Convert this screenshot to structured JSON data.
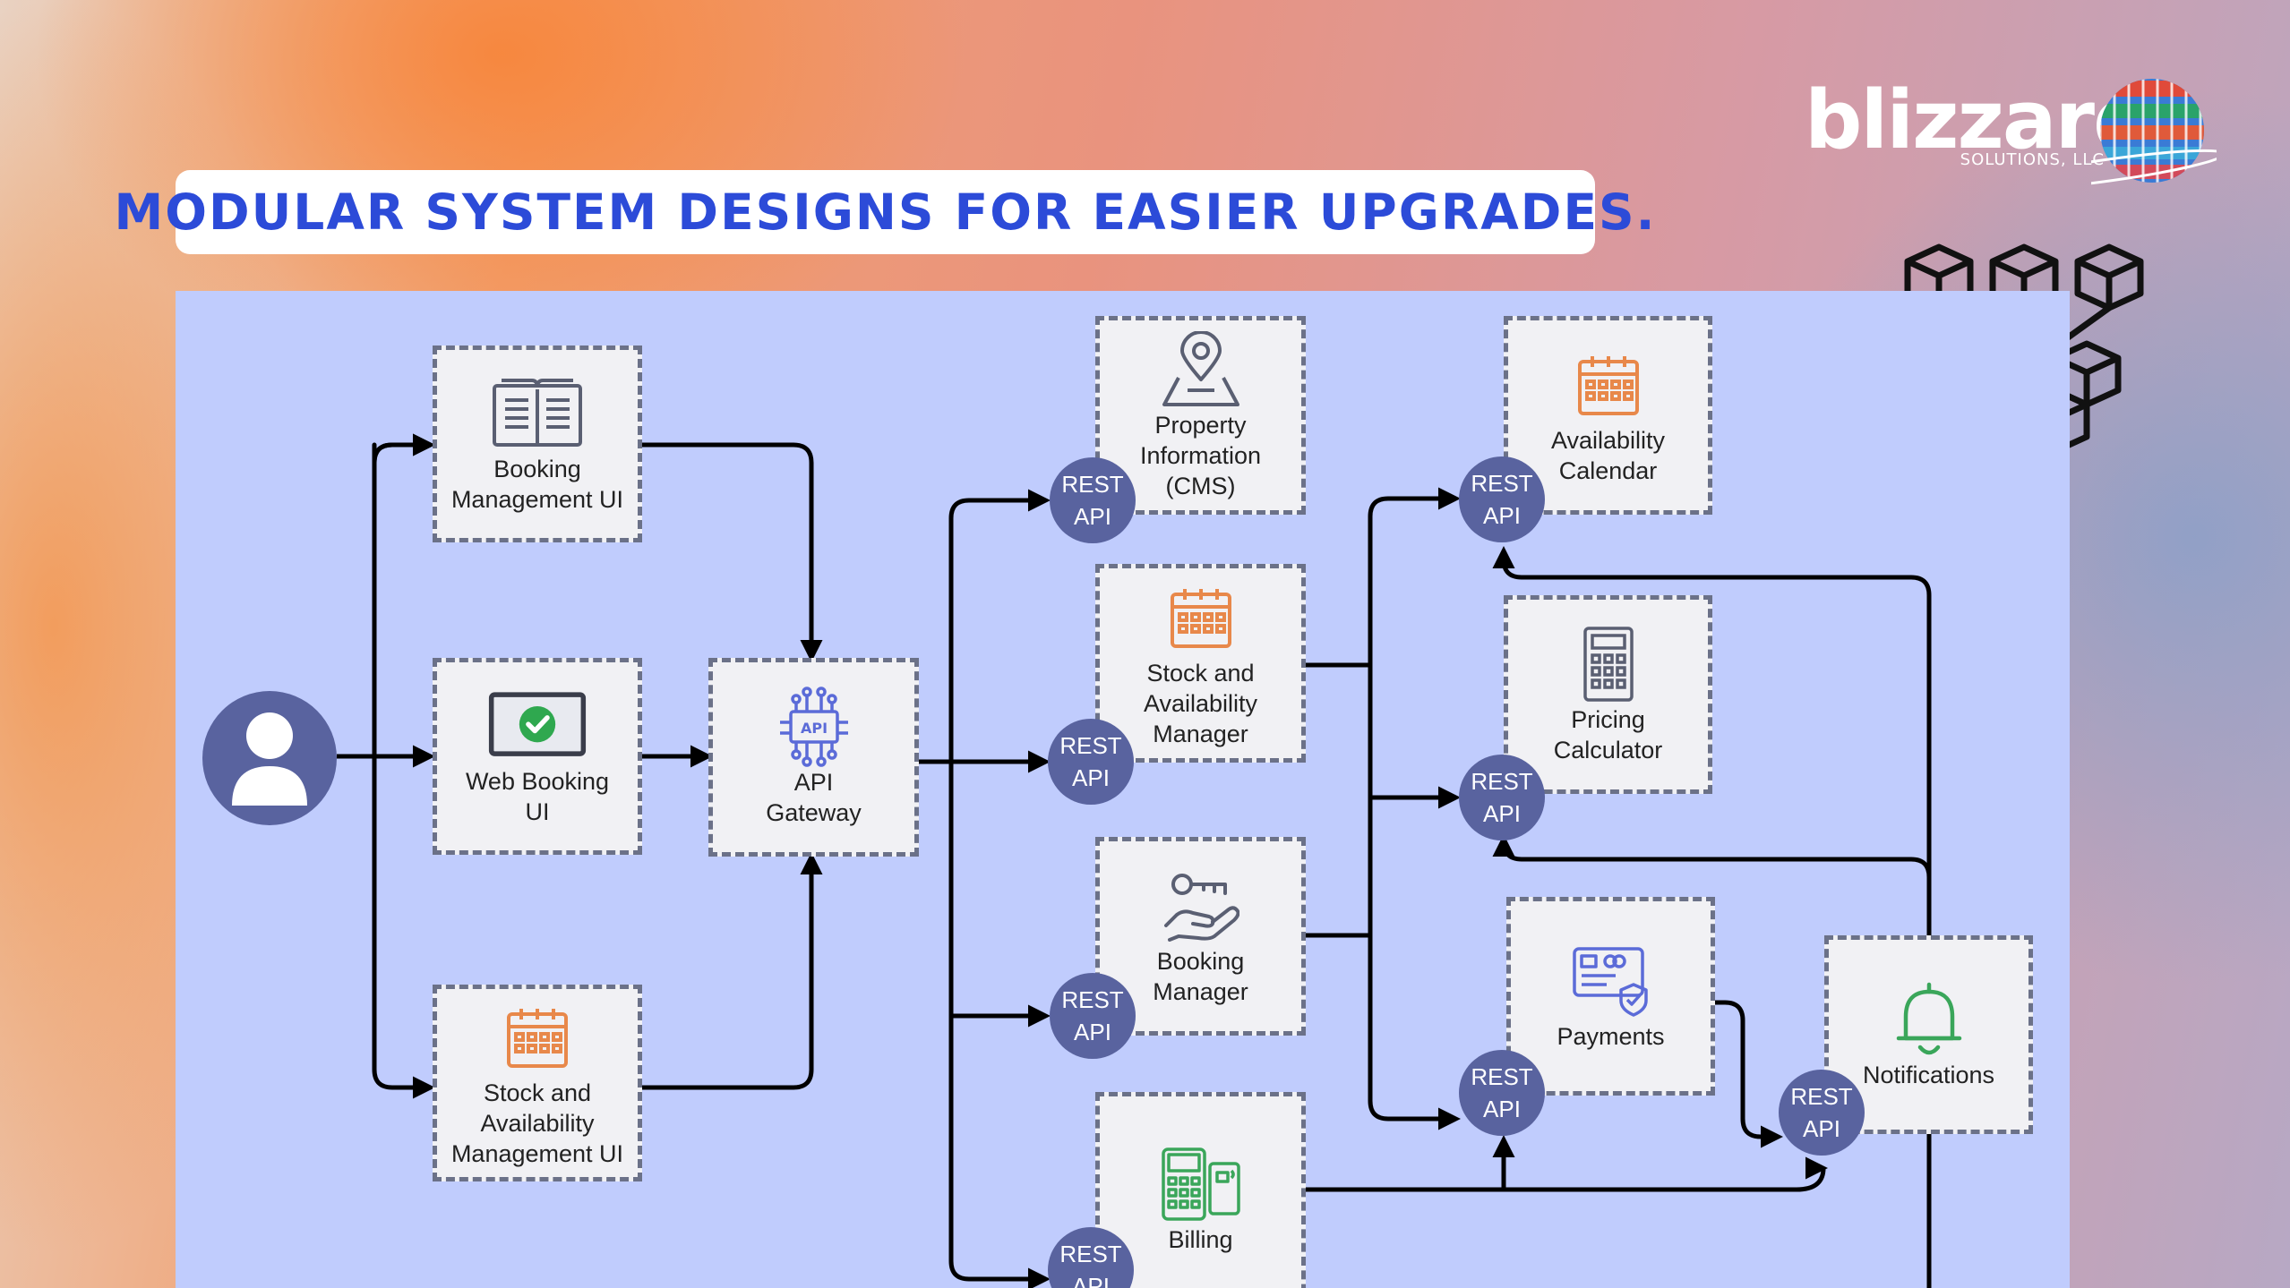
{
  "brand": {
    "name": "blizzard",
    "subtitle": "SOLUTIONS, LLC",
    "colors": {
      "title_blue": "#2c4bd8",
      "panel_bg": "#c0ccfd",
      "badge": "#59639f",
      "box_bg": "#f1f1f4",
      "dash": "#6b7188"
    }
  },
  "title": "Modular System Designs for Easier Upgrades.",
  "diagram": {
    "user_icon": "user-icon",
    "boxes": {
      "booking_mgmt_ui": {
        "label": "Booking\nManagement UI",
        "icon": "book-icon"
      },
      "web_booking_ui": {
        "label": "Web Booking\nUI",
        "icon": "monitor-check-icon"
      },
      "stock_mgmt_ui": {
        "label": "Stock and\nAvailability\nManagement UI",
        "icon": "calendar-icon"
      },
      "api_gateway": {
        "label": "API\nGateway",
        "icon": "api-chip-icon"
      },
      "property_info": {
        "label": "Property\nInformation\n(CMS)",
        "icon": "map-pin-icon"
      },
      "stock_manager": {
        "label": "Stock and\nAvailability\nManager",
        "icon": "calendar-icon"
      },
      "booking_manager": {
        "label": "Booking\nManager",
        "icon": "key-hand-icon"
      },
      "billing": {
        "label": "Billing",
        "icon": "pos-terminal-icon"
      },
      "availability_calendar": {
        "label": "Availability\nCalendar",
        "icon": "calendar-icon"
      },
      "pricing_calculator": {
        "label": "Pricing\nCalculator",
        "icon": "calculator-icon"
      },
      "payments": {
        "label": "Payments",
        "icon": "credit-card-icon"
      },
      "notifications": {
        "label": "Notifications",
        "icon": "bell-icon"
      }
    },
    "rest_api_label": "REST\nAPI"
  }
}
